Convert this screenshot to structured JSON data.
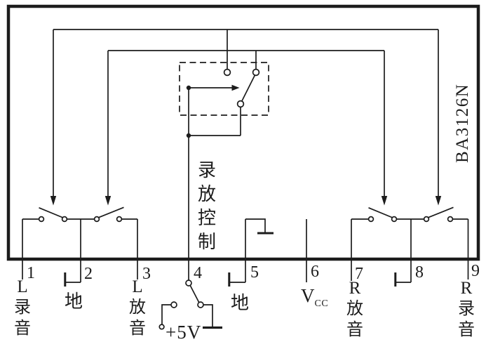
{
  "colors": {
    "line": "#1c1c1c",
    "background": "#ffffff"
  },
  "chip": {
    "name": "BA3126N"
  },
  "internal_labels": {
    "record_playback_control": {
      "chars": [
        "录",
        "放",
        "控",
        "制"
      ]
    }
  },
  "pins": [
    {
      "num": "1",
      "chars": [
        "L",
        "录",
        "音"
      ]
    },
    {
      "num": "2",
      "chars": [
        "地"
      ]
    },
    {
      "num": "3",
      "chars": [
        "L",
        "放",
        "音"
      ]
    },
    {
      "num": "4",
      "chars": []
    },
    {
      "num": "5",
      "chars": [
        "地"
      ]
    },
    {
      "num": "6",
      "vcc_main": "V",
      "vcc_sub": "CC"
    },
    {
      "num": "7",
      "chars": [
        "R",
        "放",
        "音"
      ]
    },
    {
      "num": "8",
      "chars": []
    },
    {
      "num": "9",
      "chars": [
        "R",
        "录",
        "音"
      ]
    }
  ],
  "external": {
    "supply": "+5V"
  }
}
